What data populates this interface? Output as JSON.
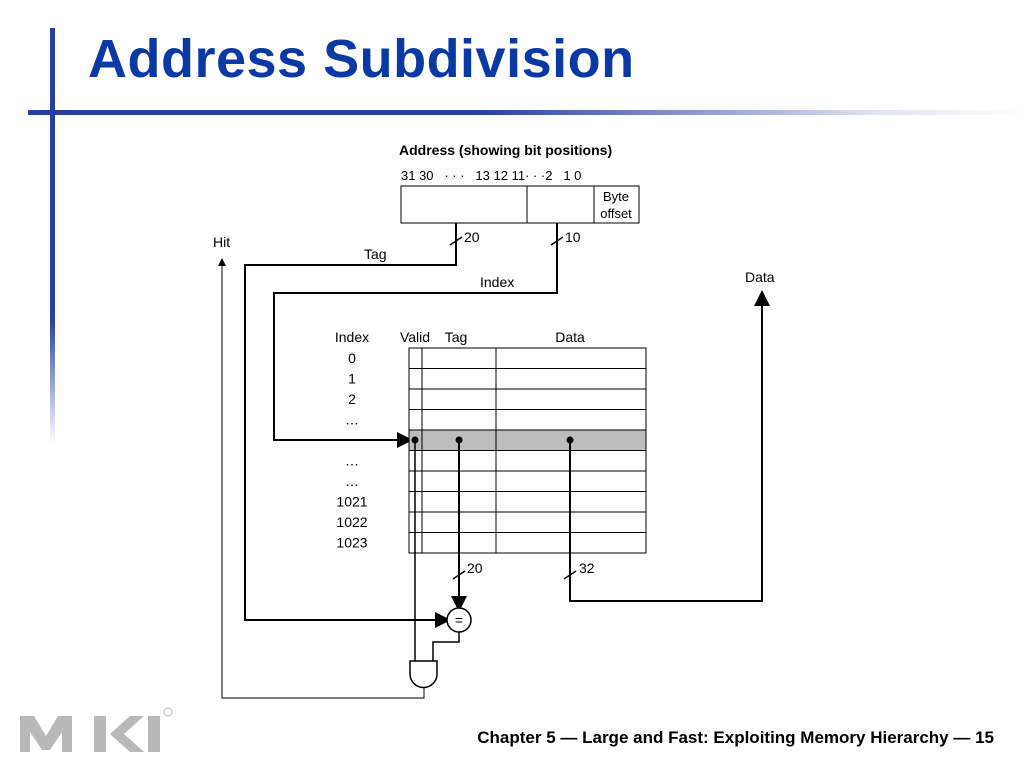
{
  "slide": {
    "title": "Address Subdivision",
    "footer": "Chapter 5 — Large and Fast: Exploiting Memory Hierarchy — 15"
  },
  "diagram": {
    "address_header": "Address (showing bit positions)",
    "bit_positions": "31 30   · · ·   13 12 11· · ·2   1 0",
    "byte_offset_line1": "Byte",
    "byte_offset_line2": "offset",
    "tag_width": "20",
    "index_width": "10",
    "tag_label": "Tag",
    "index_label": "Index",
    "hit_label": "Hit",
    "data_label": "Data",
    "table_headers": {
      "index": "Index",
      "valid": "Valid",
      "tag": "Tag",
      "data": "Data"
    },
    "row_indices": [
      "0",
      "1",
      "2",
      "…",
      "",
      "…",
      "…",
      "1021",
      "1022",
      "1023"
    ],
    "tag_out_width": "20",
    "data_out_width": "32",
    "comparator_symbol": "="
  }
}
